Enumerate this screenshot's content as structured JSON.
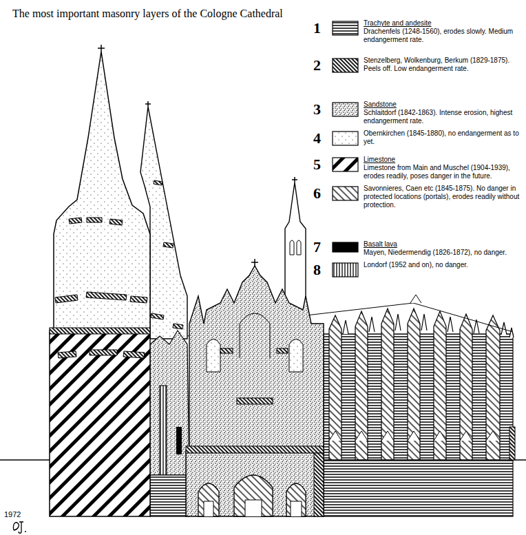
{
  "diagram": {
    "title": "The most important masonry layers of the Cologne Cathedral",
    "labels": [
      "1",
      "2",
      "3",
      "4",
      "5",
      "6",
      "7",
      "8",
      "Trachyte and andesite",
      "Sandstone",
      "Limestone",
      "Basalt lava",
      "1972"
    ],
    "legend": [
      {
        "text": "Drachenfels (1248-1560), erodes slowly. Medium endangerment rate."
      },
      {
        "text": "Stenzelberg, Wolkenburg, Berkum (1829-1875). Peels off. Low endangerment rate."
      },
      {
        "text": "Schlaitdorf (1842-1863). Intense erosion, highest endangerment rate."
      },
      {
        "text": "Obernkirchen (1845-1880), no endangerment as to yet."
      },
      {
        "text": "Limestone from Main and Muschel (1904-1939), erodes readily, poses danger in the future."
      },
      {
        "text": "Savonnieres, Caen etc (1845-1875). No danger in protected locations (portals), erodes readily without protection."
      },
      {
        "text": "Mayen, Niedermendig (1826-1872), no danger."
      },
      {
        "text": "Londorf (1952 and on), no danger."
      }
    ]
  }
}
